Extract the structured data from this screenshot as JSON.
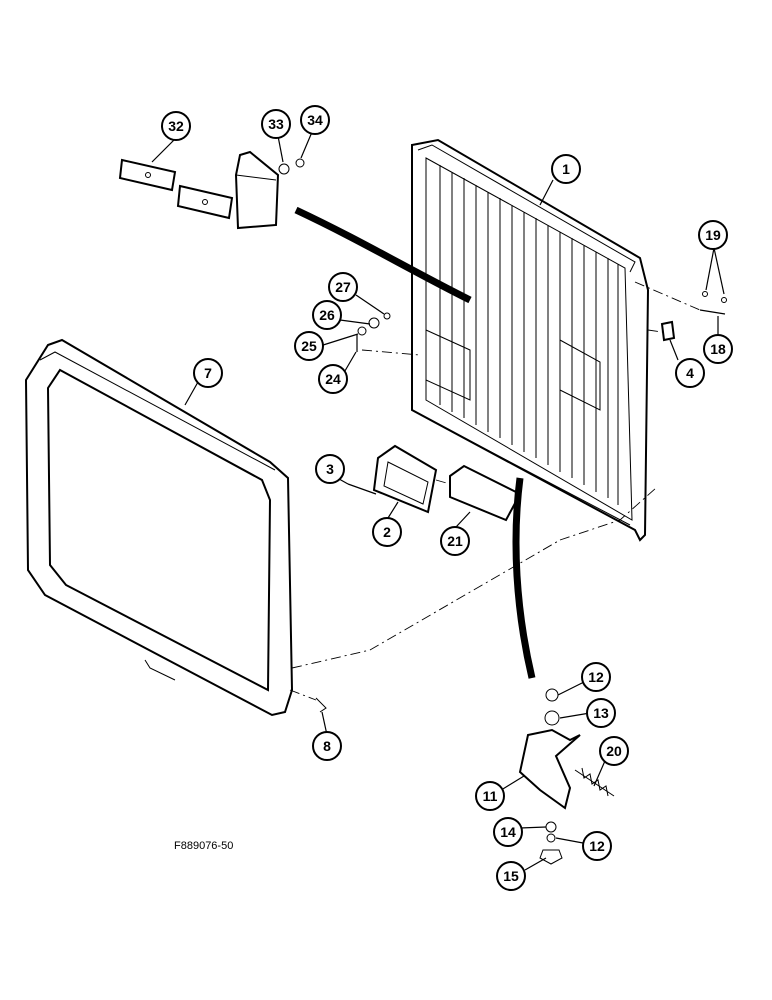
{
  "figure": {
    "code": "F889076-50",
    "callouts": [
      {
        "id": "c1",
        "label": "1"
      },
      {
        "id": "c2",
        "label": "2"
      },
      {
        "id": "c3",
        "label": "3"
      },
      {
        "id": "c4",
        "label": "4"
      },
      {
        "id": "c7",
        "label": "7"
      },
      {
        "id": "c8",
        "label": "8"
      },
      {
        "id": "c11",
        "label": "11"
      },
      {
        "id": "c12a",
        "label": "12"
      },
      {
        "id": "c12b",
        "label": "12"
      },
      {
        "id": "c13",
        "label": "13"
      },
      {
        "id": "c14",
        "label": "14"
      },
      {
        "id": "c15",
        "label": "15"
      },
      {
        "id": "c18",
        "label": "18"
      },
      {
        "id": "c19",
        "label": "19"
      },
      {
        "id": "c20",
        "label": "20"
      },
      {
        "id": "c21",
        "label": "21"
      },
      {
        "id": "c24",
        "label": "24"
      },
      {
        "id": "c25",
        "label": "25"
      },
      {
        "id": "c26",
        "label": "26"
      },
      {
        "id": "c27",
        "label": "27"
      },
      {
        "id": "c32",
        "label": "32"
      },
      {
        "id": "c33",
        "label": "33"
      },
      {
        "id": "c34",
        "label": "34"
      }
    ]
  }
}
